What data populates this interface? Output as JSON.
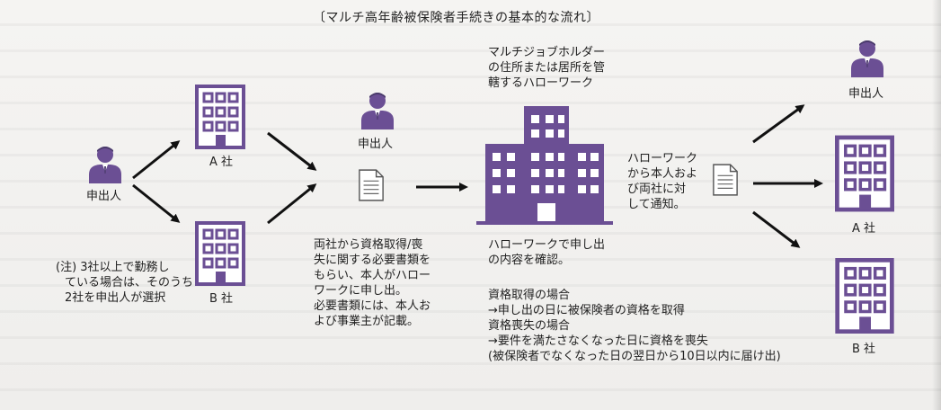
{
  "title": "〔マルチ高年齢被保険者手続きの基本的な流れ〕",
  "applicant_label": "申出人",
  "company_a": "A 社",
  "company_b": "B 社",
  "note_lines": [
    "(注) 3社以上で勤務し",
    "ている場合は、そのうち",
    "2社を申出人が選択"
  ],
  "submission_lines": [
    "両社から資格取得/喪",
    "失に関する必要書類を",
    "もらい、本人がハロー",
    "ワークに申し出。",
    "必要書類には、本人お",
    "よび事業主が記載。"
  ],
  "hw_title_lines": [
    "マルチジョブホルダー",
    "の住所または居所を管",
    "轄するハローワーク"
  ],
  "hw_confirm_lines": [
    "ハローワークで申し出",
    "の内容を確認。"
  ],
  "rules_lines": [
    "資格取得の場合",
    "→申し出の日に被保険者の資格を取得",
    "資格喪失の場合",
    "→要件を満たさなくなった日に資格を喪失",
    "(被保険者でなくなった日の翌日から10日以内に届け出)"
  ],
  "notify_lines": [
    "ハローワーク",
    "から本人およ",
    "び両社に対",
    "して通知。"
  ],
  "colors": {
    "accent": "#6b4f94",
    "arrow": "#111111",
    "text": "#222222"
  },
  "icons": [
    "person-icon",
    "building-icon",
    "document-icon",
    "office-tower-icon",
    "arrow-icon"
  ]
}
